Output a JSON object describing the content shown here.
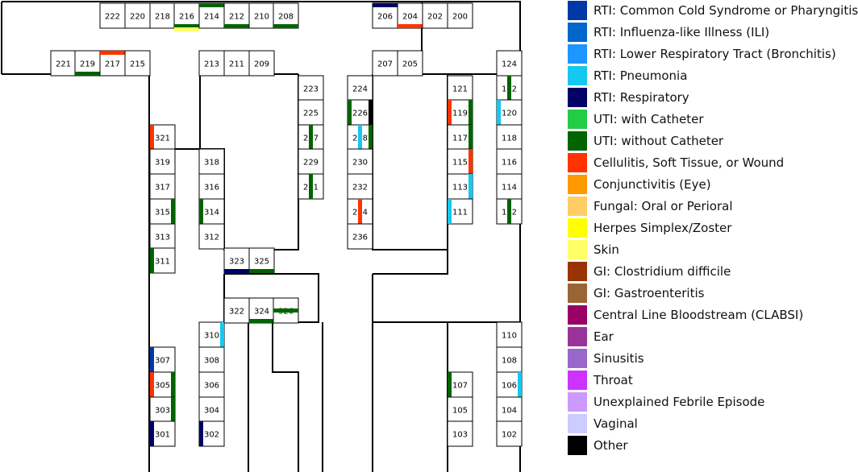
{
  "legend": [
    {
      "label": "RTI: Common Cold Syndrome or Pharyngitis",
      "color": "#0038a8"
    },
    {
      "label": "RTI: Influenza-like Illness (ILI)",
      "color": "#0066cc"
    },
    {
      "label": "RTI: Lower Respiratory Tract (Bronchitis)",
      "color": "#1e96ff"
    },
    {
      "label": "RTI: Pneumonia",
      "color": "#14c8f0"
    },
    {
      "label": "RTI: Respiratory",
      "color": "#000066"
    },
    {
      "label": "UTI: with Catheter",
      "color": "#22cc44"
    },
    {
      "label": "UTI: without Catheter",
      "color": "#006400"
    },
    {
      "label": "Cellulitis, Soft Tissue, or Wound",
      "color": "#ff3300"
    },
    {
      "label": "Conjunctivitis (Eye)",
      "color": "#ff9900"
    },
    {
      "label": "Fungal: Oral or Perioral",
      "color": "#ffcc66"
    },
    {
      "label": "Herpes Simplex/Zoster",
      "color": "#ffff00"
    },
    {
      "label": "Skin",
      "color": "#ffff66"
    },
    {
      "label": "GI: Clostridium difficile",
      "color": "#993300"
    },
    {
      "label": "GI: Gastroenteritis",
      "color": "#996633"
    },
    {
      "label": "Central Line Bloodstream (CLABSI)",
      "color": "#990066"
    },
    {
      "label": "Ear",
      "color": "#993399"
    },
    {
      "label": "Sinusitis",
      "color": "#9966cc"
    },
    {
      "label": "Throat",
      "color": "#cc33ff"
    },
    {
      "label": "Unexplained Febrile Episode",
      "color": "#cc99ff"
    },
    {
      "label": "Vaginal",
      "color": "#ccccff"
    },
    {
      "label": "Other",
      "color": "#000000"
    }
  ],
  "rooms": [
    {
      "num": "222",
      "infections": []
    },
    {
      "num": "220",
      "infections": []
    },
    {
      "num": "218",
      "infections": []
    },
    {
      "num": "216",
      "infections": [
        {
          "type": "UTI: without Catheter",
          "side": "bottom"
        },
        {
          "type": "Skin",
          "side": "bottom2"
        }
      ]
    },
    {
      "num": "214",
      "infections": [
        {
          "type": "UTI: without Catheter",
          "side": "top"
        }
      ]
    },
    {
      "num": "212",
      "infections": [
        {
          "type": "UTI: without Catheter",
          "side": "bottom"
        }
      ]
    },
    {
      "num": "210",
      "infections": []
    },
    {
      "num": "208",
      "infections": [
        {
          "type": "UTI: without Catheter",
          "side": "bottom"
        }
      ]
    },
    {
      "num": "206",
      "infections": [
        {
          "type": "RTI: Respiratory",
          "side": "top"
        }
      ]
    },
    {
      "num": "204",
      "infections": [
        {
          "type": "Cellulitis, Soft Tissue, or Wound",
          "side": "bottom"
        }
      ]
    },
    {
      "num": "202",
      "infections": []
    },
    {
      "num": "200",
      "infections": []
    },
    {
      "num": "221",
      "infections": []
    },
    {
      "num": "219",
      "infections": [
        {
          "type": "UTI: without Catheter",
          "side": "bottom"
        }
      ]
    },
    {
      "num": "217",
      "infections": [
        {
          "type": "Cellulitis, Soft Tissue, or Wound",
          "side": "top"
        }
      ]
    },
    {
      "num": "215",
      "infections": []
    },
    {
      "num": "213",
      "infections": []
    },
    {
      "num": "211",
      "infections": []
    },
    {
      "num": "209",
      "infections": []
    },
    {
      "num": "207",
      "infections": []
    },
    {
      "num": "205",
      "infections": []
    },
    {
      "num": "124",
      "infections": []
    },
    {
      "num": "223",
      "infections": []
    },
    {
      "num": "225",
      "infections": []
    },
    {
      "num": "227",
      "infections": [
        {
          "type": "UTI: without Catheter",
          "side": "vmid"
        }
      ]
    },
    {
      "num": "229",
      "infections": []
    },
    {
      "num": "231",
      "infections": [
        {
          "type": "UTI: without Catheter",
          "side": "vmid"
        }
      ]
    },
    {
      "num": "224",
      "infections": []
    },
    {
      "num": "226",
      "infections": [
        {
          "type": "UTI: without Catheter",
          "side": "left"
        },
        {
          "type": "Other",
          "side": "right"
        }
      ]
    },
    {
      "num": "228",
      "infections": [
        {
          "type": "RTI: Pneumonia",
          "side": "vmid"
        },
        {
          "type": "UTI: without Catheter",
          "side": "right"
        }
      ]
    },
    {
      "num": "230",
      "infections": []
    },
    {
      "num": "232",
      "infections": []
    },
    {
      "num": "234",
      "infections": [
        {
          "type": "Cellulitis, Soft Tissue, or Wound",
          "side": "vmid"
        }
      ]
    },
    {
      "num": "236",
      "infections": []
    },
    {
      "num": "121",
      "infections": []
    },
    {
      "num": "119",
      "infections": [
        {
          "type": "Cellulitis, Soft Tissue, or Wound",
          "side": "left"
        },
        {
          "type": "UTI: without Catheter",
          "side": "right"
        }
      ]
    },
    {
      "num": "117",
      "infections": [
        {
          "type": "UTI: without Catheter",
          "side": "right"
        }
      ]
    },
    {
      "num": "115",
      "infections": [
        {
          "type": "Cellulitis, Soft Tissue, or Wound",
          "side": "right"
        }
      ]
    },
    {
      "num": "113",
      "infections": [
        {
          "type": "RTI: Pneumonia",
          "side": "right"
        }
      ]
    },
    {
      "num": "111",
      "infections": [
        {
          "type": "RTI: Pneumonia",
          "side": "left"
        }
      ]
    },
    {
      "num": "122",
      "infections": [
        {
          "type": "UTI: without Catheter",
          "side": "vmid"
        }
      ]
    },
    {
      "num": "120",
      "infections": [
        {
          "type": "RTI: Pneumonia",
          "side": "left"
        }
      ]
    },
    {
      "num": "118",
      "infections": []
    },
    {
      "num": "116",
      "infections": []
    },
    {
      "num": "114",
      "infections": []
    },
    {
      "num": "112",
      "infections": [
        {
          "type": "UTI: without Catheter",
          "side": "vmid"
        }
      ]
    },
    {
      "num": "321",
      "infections": [
        {
          "type": "Cellulitis, Soft Tissue, or Wound",
          "side": "left"
        }
      ]
    },
    {
      "num": "319",
      "infections": []
    },
    {
      "num": "317",
      "infections": []
    },
    {
      "num": "315",
      "infections": [
        {
          "type": "UTI: without Catheter",
          "side": "right"
        }
      ]
    },
    {
      "num": "313",
      "infections": []
    },
    {
      "num": "311",
      "infections": [
        {
          "type": "UTI: without Catheter",
          "side": "left"
        }
      ]
    },
    {
      "num": "318",
      "infections": []
    },
    {
      "num": "316",
      "infections": []
    },
    {
      "num": "314",
      "infections": [
        {
          "type": "UTI: without Catheter",
          "side": "left"
        }
      ]
    },
    {
      "num": "312",
      "infections": []
    },
    {
      "num": "323",
      "infections": [
        {
          "type": "RTI: Respiratory",
          "side": "bottom"
        }
      ]
    },
    {
      "num": "325",
      "infections": [
        {
          "type": "UTI: without Catheter",
          "side": "bottom"
        }
      ]
    },
    {
      "num": "322",
      "infections": []
    },
    {
      "num": "324",
      "infections": [
        {
          "type": "UTI: without Catheter",
          "side": "bottom"
        }
      ]
    },
    {
      "num": "326",
      "infections": [
        {
          "type": "UTI: without Catheter",
          "side": "hmid"
        }
      ]
    },
    {
      "num": "310",
      "infections": [
        {
          "type": "RTI: Pneumonia",
          "side": "right"
        }
      ]
    },
    {
      "num": "308",
      "infections": []
    },
    {
      "num": "306",
      "infections": []
    },
    {
      "num": "304",
      "infections": []
    },
    {
      "num": "302",
      "infections": [
        {
          "type": "RTI: Respiratory",
          "side": "left"
        }
      ]
    },
    {
      "num": "307",
      "infections": [
        {
          "type": "RTI: Common Cold Syndrome or Pharyngitis",
          "side": "left"
        }
      ]
    },
    {
      "num": "305",
      "infections": [
        {
          "type": "Cellulitis, Soft Tissue, or Wound",
          "side": "left"
        },
        {
          "type": "UTI: without Catheter",
          "side": "right"
        }
      ]
    },
    {
      "num": "303",
      "infections": [
        {
          "type": "UTI: without Catheter",
          "side": "right"
        }
      ]
    },
    {
      "num": "301",
      "infections": [
        {
          "type": "RTI: Respiratory",
          "side": "left"
        }
      ]
    },
    {
      "num": "110",
      "infections": []
    },
    {
      "num": "108",
      "infections": []
    },
    {
      "num": "106",
      "infections": [
        {
          "type": "RTI: Pneumonia",
          "side": "right"
        }
      ]
    },
    {
      "num": "104",
      "infections": []
    },
    {
      "num": "102",
      "infections": []
    },
    {
      "num": "107",
      "infections": [
        {
          "type": "UTI: without Catheter",
          "side": "left"
        }
      ]
    },
    {
      "num": "105",
      "infections": []
    },
    {
      "num": "103",
      "infections": []
    }
  ]
}
